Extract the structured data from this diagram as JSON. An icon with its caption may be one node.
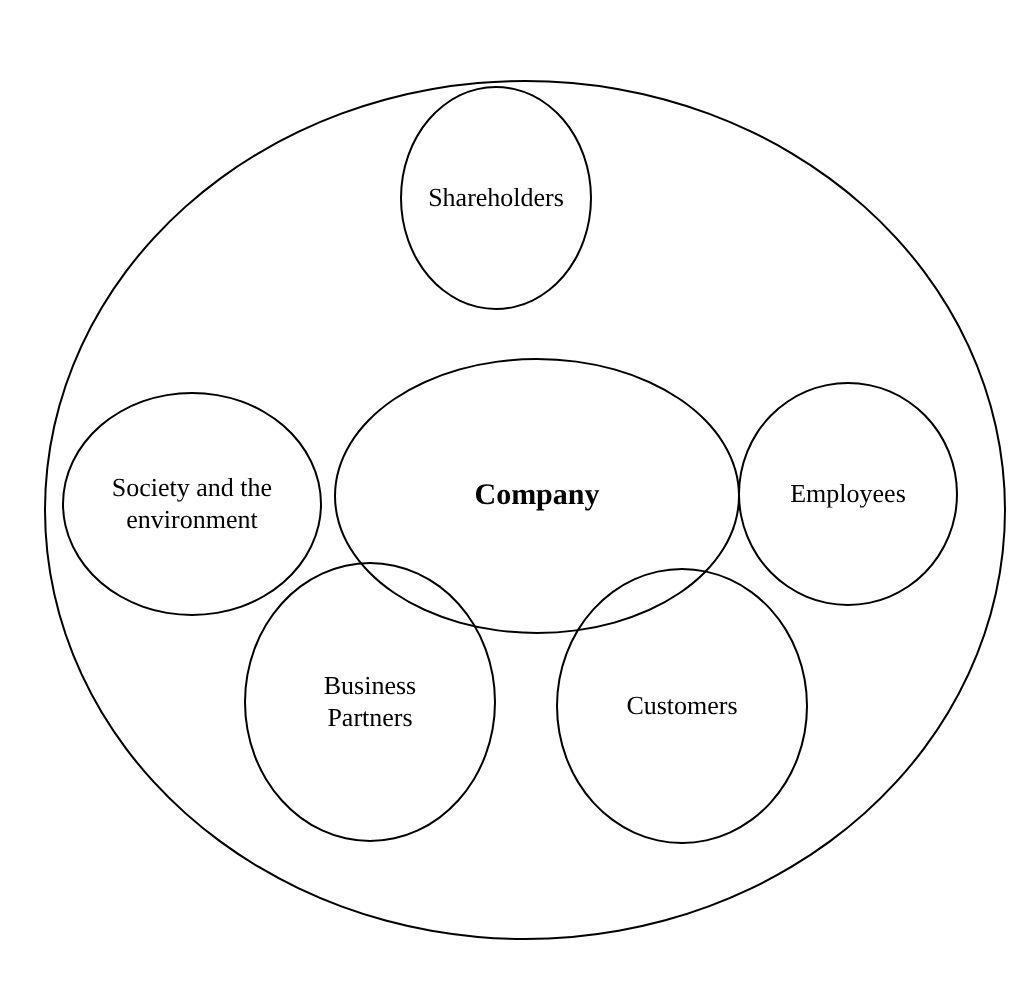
{
  "diagram": {
    "nodes": [
      {
        "text": [],
        "shape": "circle"
      },
      {
        "text": [
          "Shareholders"
        ],
        "in": 0
      },
      {
        "text": [
          "Society and the environment"
        ],
        "in": 0
      },
      {
        "text": [
          "Company"
        ],
        "in": 0
      },
      {
        "text": [
          "Employees"
        ],
        "in": 0
      },
      {
        "text": [
          "Business Partners"
        ],
        "in": 0
      },
      {
        "text": [
          "Customers"
        ],
        "in": 0
      }
    ],
    "edges": []
  }
}
